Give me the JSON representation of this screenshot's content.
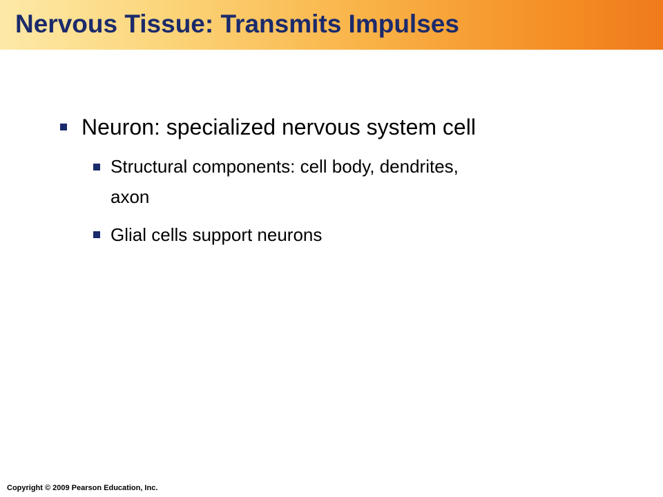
{
  "slide": {
    "title": "Nervous Tissue: Transmits Impulses",
    "bullets": [
      {
        "text": "Neuron: specialized nervous system cell",
        "level": 1
      },
      {
        "text_line1": "Structural components: cell body, dendrites,",
        "text_line2": "axon",
        "level": 2
      },
      {
        "text": "Glial cells support neurons",
        "level": 2
      }
    ],
    "copyright": "Copyright © 2009 Pearson Education, Inc."
  },
  "colors": {
    "title_text": "#1b2a6b",
    "bullet_marker": "#1b2a6b",
    "title_bar_gradient": [
      "#fde9a8",
      "#f9b347",
      "#f07a1c"
    ],
    "body_text": "#000000",
    "background": "#ffffff"
  }
}
